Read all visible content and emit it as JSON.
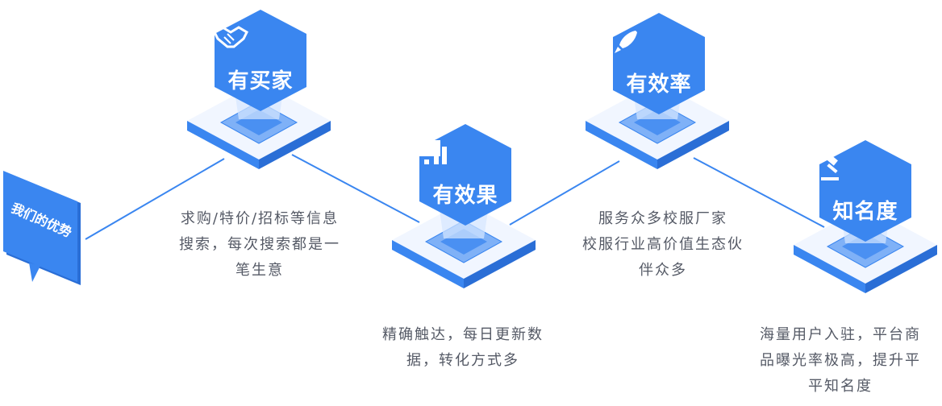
{
  "side_tag": {
    "label": "我们的优势"
  },
  "nodes": [
    {
      "title": "有买家",
      "icon": "handshake-icon",
      "description": [
        "求购/特价/招标等信息",
        "搜索，每次搜索都是一",
        "笔生意"
      ]
    },
    {
      "title": "有效果",
      "icon": "bar-chart-icon",
      "description": [
        "精确触达，每日更新数",
        "据，转化方式多"
      ]
    },
    {
      "title": "有效率",
      "icon": "rocket-icon",
      "description": [
        "服务众多校服厂家",
        "校服行业高价值生态伙",
        "伴众多"
      ]
    },
    {
      "title": "知名度",
      "icon": "gavel-icon",
      "description": [
        "海量用户入驻，平台商",
        "品曝光率极高，提升平",
        "平知名度"
      ]
    }
  ],
  "colors": {
    "primary": "#3a86f0",
    "primary_dark": "#2a6ed6",
    "light": "#eaf3ff",
    "text": "#555a66",
    "line": "#3a86f0"
  }
}
